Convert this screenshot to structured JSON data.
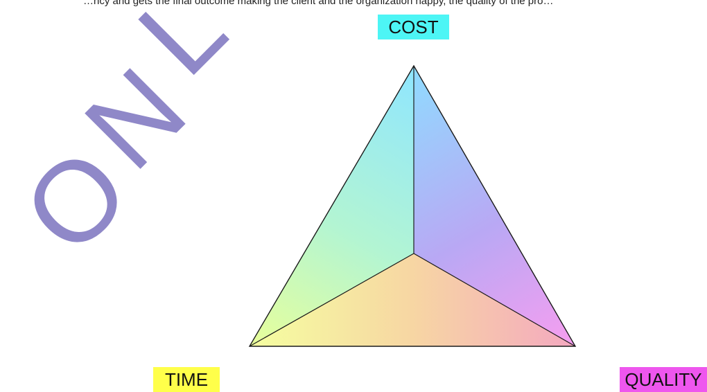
{
  "document": {
    "top_text": "…ncy and gets the final outcome making the client and the organization happy, the quality of the pro…"
  },
  "watermark": {
    "letters": [
      "O",
      "N",
      "L"
    ]
  },
  "diagram": {
    "vertices": {
      "cost": {
        "label": "COST",
        "highlight_color": "#4df5f5"
      },
      "time": {
        "label": "TIME",
        "highlight_color": "#ffff4a"
      },
      "quality": {
        "label": "QUALITY",
        "highlight_color": "#ee56ee"
      }
    },
    "face_colors": {
      "cost_time": [
        "#8fe6ff",
        "#b3f5d2",
        "#e8ff9a"
      ],
      "cost_quality": [
        "#8fdcff",
        "#b9a8f4",
        "#f79ef0"
      ],
      "time_quality": [
        "#f5ffa0",
        "#f7d6a3",
        "#f4a8c0"
      ]
    },
    "watermark_color": "#8f88c8"
  }
}
